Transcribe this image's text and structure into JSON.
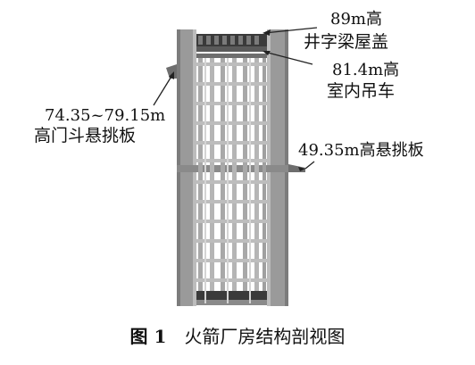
{
  "labels": {
    "roof_elevation": "89m高",
    "roof_type": "井字梁屋盖",
    "crane_elevation": "81.4m高",
    "crane_name": "室内吊车",
    "cantilever_high_range": "74.35~79.15m",
    "cantilever_high_name": "高门斗悬挑板",
    "cantilever_mid": "49.35m高悬挑板"
  },
  "caption": {
    "number": "图 1",
    "title": "火箭厂房结构剖视图"
  },
  "colors": {
    "wall": "#9a9a9a",
    "wall_dark": "#6e6e6e",
    "frame": "#a8a8a8",
    "frame_light": "#d4d4d4",
    "roof": "#3a3a3a",
    "arrow": "#222222"
  }
}
